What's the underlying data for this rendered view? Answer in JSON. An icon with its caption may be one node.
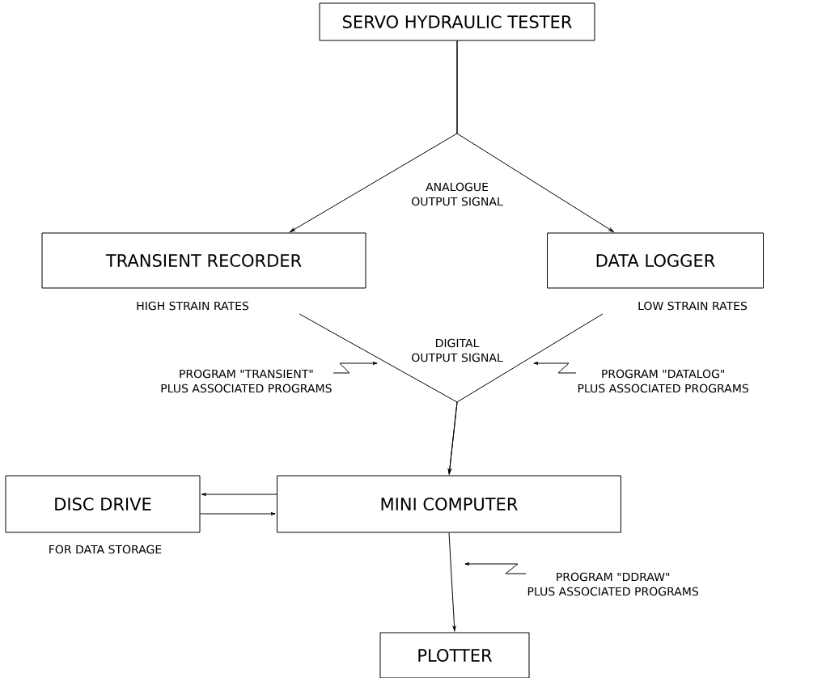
{
  "diagram": {
    "nodes": [
      {
        "text": [
          "SERVO HYDRAULIC TESTER"
        ]
      },
      {
        "text": [
          "TRANSIENT RECORDER"
        ],
        "beside": [
          "HIGH STRAIN RATES"
        ]
      },
      {
        "text": [
          "DATA LOGGER"
        ],
        "beside": [
          "LOW STRAIN RATES"
        ]
      },
      {
        "text": [
          "MINI COMPUTER"
        ]
      },
      {
        "text": [
          "DISC DRIVE"
        ],
        "beside": [
          "FOR DATA STORAGE"
        ]
      },
      {
        "text": [
          "PLOTTER"
        ]
      },
      {
        "text": [
          "PROGRAM \"TRANSIENT\"",
          "PLUS ASSOCIATED PROGRAMS"
        ]
      },
      {
        "text": [
          "PROGRAM \"DATALOG\"",
          "PLUS ASSOCIATED PROGRAMS"
        ]
      },
      {
        "text": [
          "PROGRAM \"DDRAW\"",
          "PLUS ASSOCIATED PROGRAMS"
        ]
      }
    ],
    "edges": [
      {
        "from": 0,
        "to": 1,
        "arrow": "to"
      },
      {
        "from": 0,
        "to": 2,
        "arrow": "to"
      },
      {
        "from": 1,
        "to": 3,
        "arrow": "to"
      },
      {
        "from": 2,
        "to": 3,
        "arrow": "to"
      },
      {
        "from": 3,
        "to": 4,
        "arrow": "to"
      },
      {
        "from": 4,
        "to": 3,
        "arrow": "to"
      },
      {
        "from": 3,
        "to": 5,
        "arrow": "to"
      },
      {
        "from": 6,
        "to": null,
        "arrow": "to"
      },
      {
        "from": 7,
        "to": null,
        "arrow": "to"
      },
      {
        "from": 8,
        "to": null,
        "arrow": "to"
      }
    ],
    "labels": [
      "ANALOGUE OUTPUT SIGNAL",
      "DIGITAL OUTPUT SIGNAL"
    ]
  }
}
